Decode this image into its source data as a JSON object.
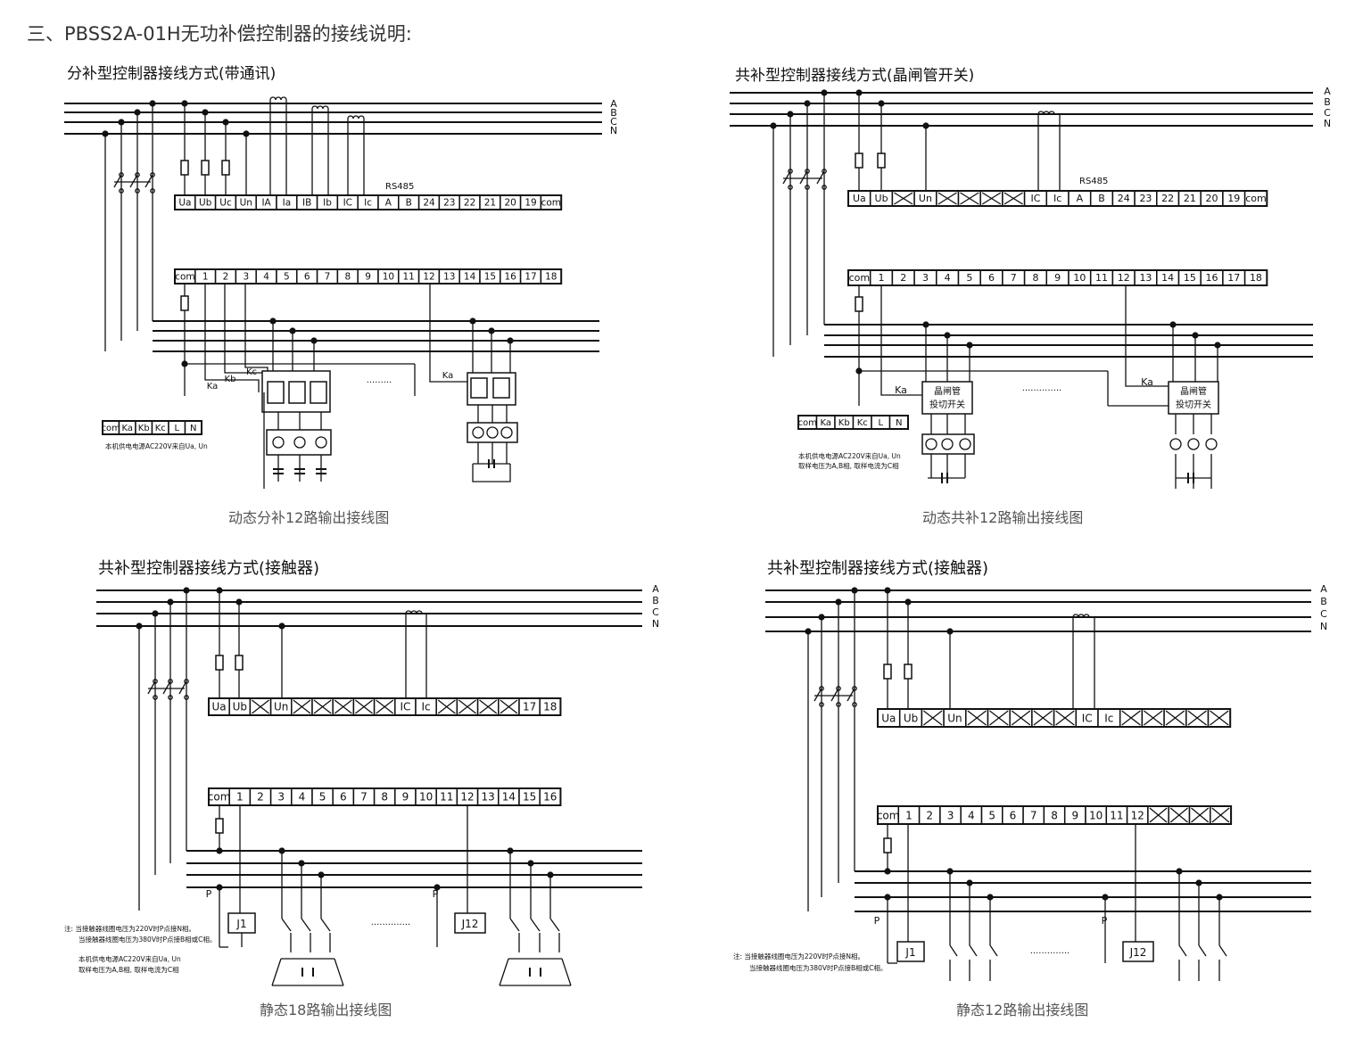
{
  "page": {
    "heading": "三、PBSS2A-01H无功补偿控制器的接线说明:"
  },
  "phase_labels": [
    "A",
    "B",
    "C",
    "N"
  ],
  "panels": [
    {
      "title": "分补型控制器接线方式(带通讯)",
      "caption": "动态分补12路输出接线图",
      "rs485": "RS485",
      "top_terminals": [
        "Ua",
        "Ub",
        "Uc",
        "Un",
        "IA",
        "Ia",
        "IB",
        "Ib",
        "IC",
        "Ic",
        "A",
        "B",
        "24",
        "23",
        "22",
        "21",
        "20",
        "19",
        "com"
      ],
      "bottom_terminals": [
        "com",
        "1",
        "2",
        "3",
        "4",
        "5",
        "6",
        "7",
        "8",
        "9",
        "10",
        "11",
        "12",
        "13",
        "14",
        "15",
        "16",
        "17",
        "18"
      ],
      "small_terminals": [
        "com",
        "Ka",
        "Kb",
        "Kc",
        "L",
        "N"
      ],
      "k_labels": [
        "Ka",
        "Kb",
        "Kc",
        "Ka"
      ],
      "dots": "·········",
      "note": "本机供电电源AC220V来自Ua, Un"
    },
    {
      "title": "共补型控制器接线方式(晶闸管开关)",
      "caption": "动态共补12路输出接线图",
      "rs485": "RS485",
      "top_terminals": [
        "Ua",
        "Ub",
        "X",
        "Un",
        "X",
        "X",
        "X",
        "X",
        "IC",
        "Ic",
        "A",
        "B",
        "24",
        "23",
        "22",
        "21",
        "20",
        "19",
        "com"
      ],
      "bottom_terminals": [
        "com",
        "1",
        "2",
        "3",
        "4",
        "5",
        "6",
        "7",
        "8",
        "9",
        "10",
        "11",
        "12",
        "13",
        "14",
        "15",
        "16",
        "17",
        "18"
      ],
      "small_terminals": [
        "com",
        "Ka",
        "Kb",
        "Kc",
        "L",
        "N"
      ],
      "k_labels": [
        "Ka",
        "Ka"
      ],
      "switch_label_1": "晶闸管",
      "switch_label_2": "投切开关",
      "dots": "··············",
      "note_1": "本机供电电源AC220V来自Ua, Un",
      "note_2": "取样电压为A,B相, 取样电流为C相"
    },
    {
      "title": "共补型控制器接线方式(接触器)",
      "caption": "静态18路输出接线图",
      "top_terminals": [
        "Ua",
        "Ub",
        "X",
        "Un",
        "X",
        "X",
        "X",
        "X",
        "X",
        "IC",
        "Ic",
        "X",
        "X",
        "X",
        "X",
        "17",
        "18"
      ],
      "bottom_terminals": [
        "com",
        "1",
        "2",
        "3",
        "4",
        "5",
        "6",
        "7",
        "8",
        "9",
        "10",
        "11",
        "12",
        "13",
        "14",
        "15",
        "16"
      ],
      "p_label": "P",
      "j_labels": [
        "J1",
        "J12"
      ],
      "dots": "··············",
      "note_1": "注: 当接触器线圈电压为220V时P点接N相。",
      "note_2": "当接触器线圈电压为380V时P点接B相或C相。",
      "note_3": "本机供电电源AC220V来自Ua, Un",
      "note_4": "取样电压为A,B相, 取样电流为C相"
    },
    {
      "title": "共补型控制器接线方式(接触器)",
      "caption": "静态12路输出接线图",
      "top_terminals": [
        "Ua",
        "Ub",
        "X",
        "Un",
        "X",
        "X",
        "X",
        "X",
        "X",
        "IC",
        "Ic",
        "X",
        "X",
        "X",
        "X",
        "X"
      ],
      "bottom_terminals": [
        "com",
        "1",
        "2",
        "3",
        "4",
        "5",
        "6",
        "7",
        "8",
        "9",
        "10",
        "11",
        "12",
        "X",
        "X",
        "X",
        "X"
      ],
      "p_label": "P",
      "j_labels": [
        "J1",
        "J12"
      ],
      "dots": "··············",
      "note_1": "注: 当接触器线圈电压为220V时P点接N相。",
      "note_2": "当接触器线圈电压为380V时P点接B相或C相。"
    }
  ]
}
